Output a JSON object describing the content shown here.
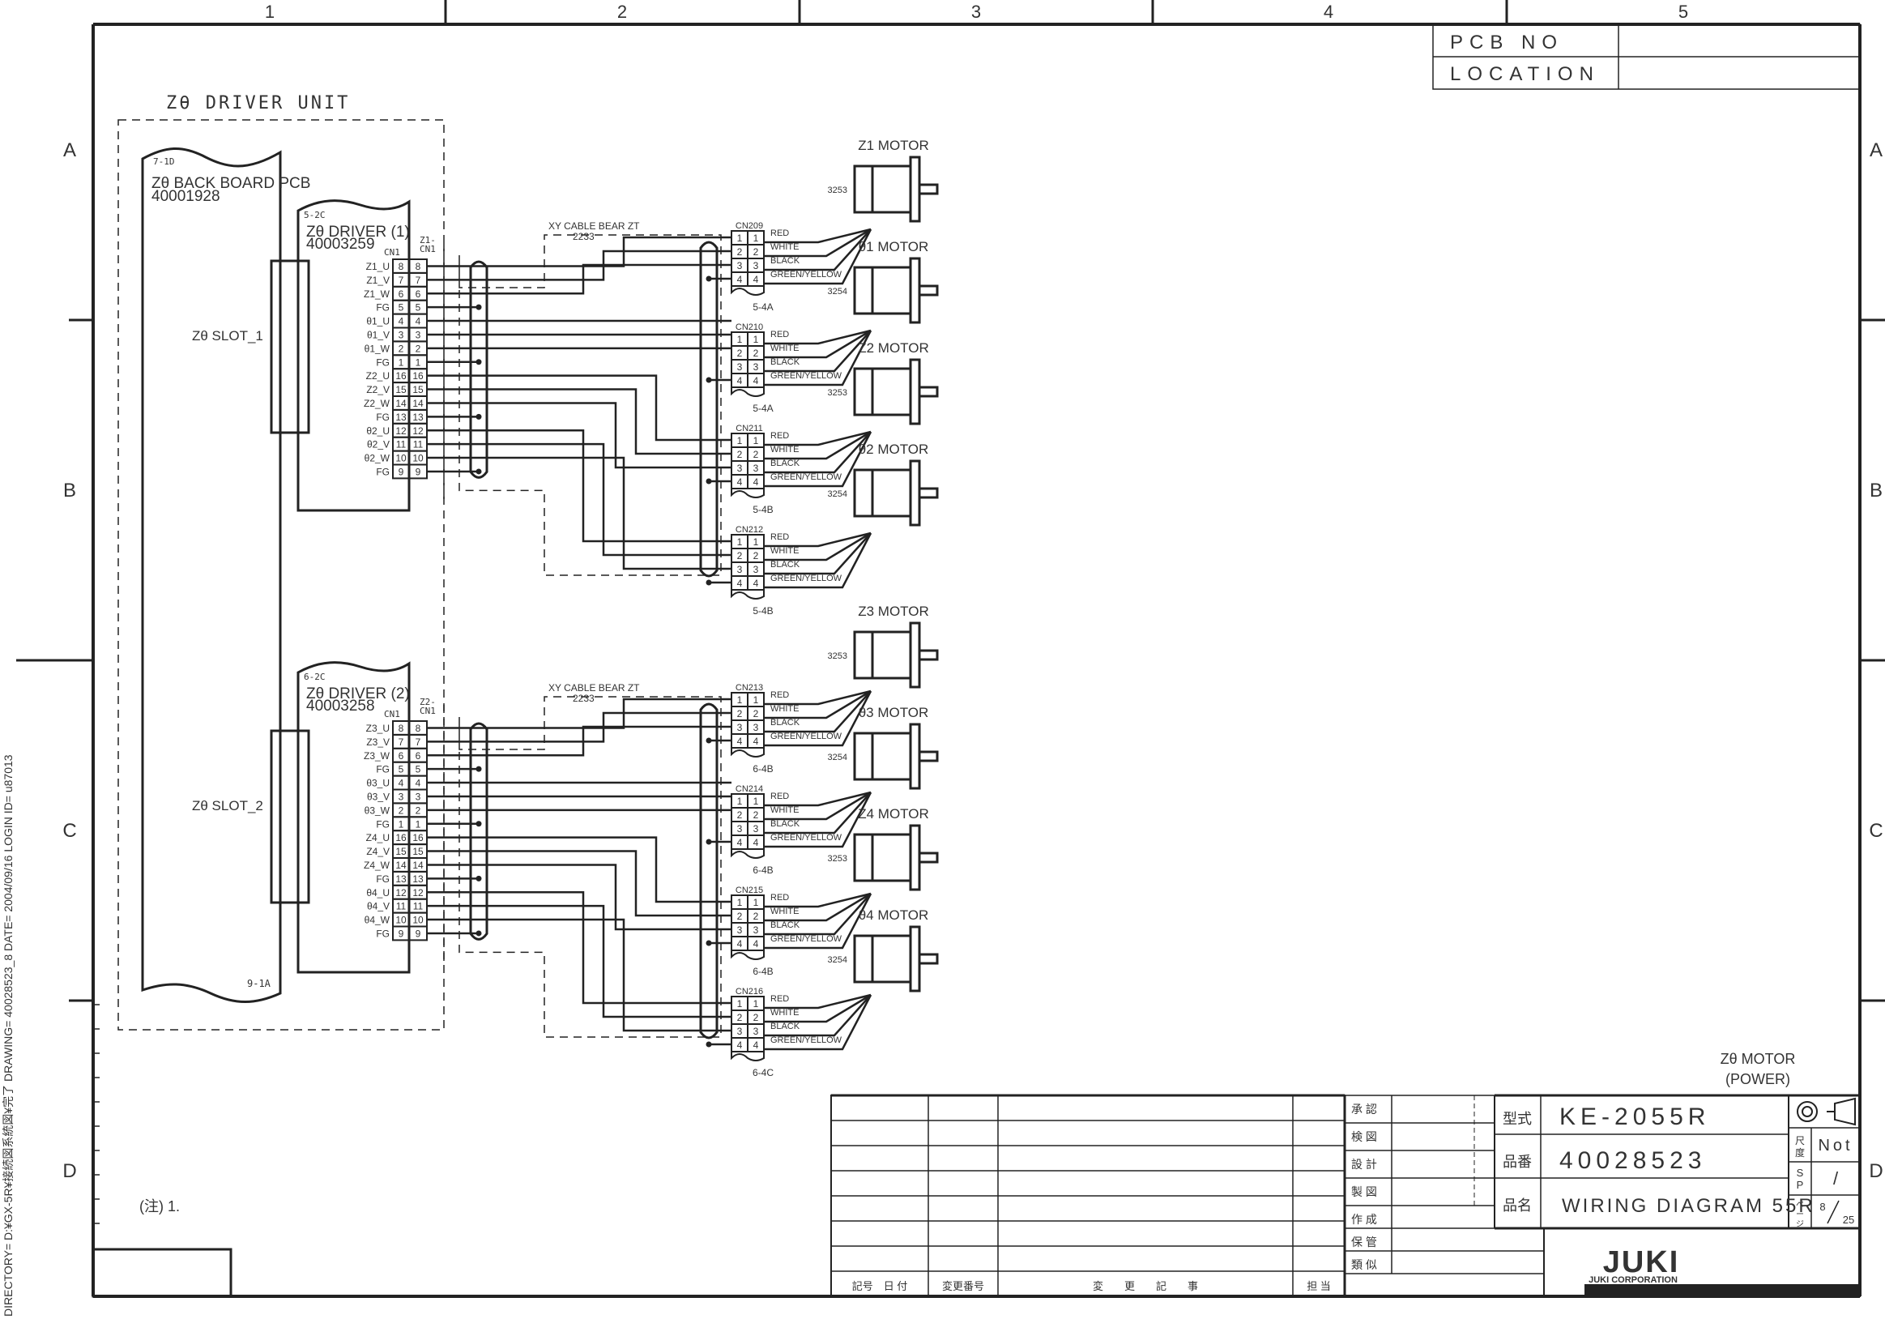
{
  "border": {
    "columns": [
      "1",
      "2",
      "3",
      "4",
      "5"
    ],
    "rows": [
      "A",
      "B",
      "C",
      "D"
    ]
  },
  "pcb_block": {
    "pcb_no_label": "PCB NO",
    "pcb_no_value": "",
    "location_label": "LOCATION",
    "location_value": ""
  },
  "side_text": "DIRECTORY= D:¥GX-5R¥接続図系統図¥完了 DRAWING= 40028523_8 DATE= 2004/09/16 LOGIN ID= u87013",
  "driver_unit": {
    "title": "Zθ DRIVER UNIT",
    "back_board": {
      "ref": "7-1D",
      "name": "Zθ BACK BOARD PCB",
      "part_no": "40001928",
      "bottom_ref": "9-1A"
    },
    "slots": [
      "Zθ SLOT_1",
      "Zθ SLOT_2"
    ]
  },
  "drivers": [
    {
      "ref": "5-2C",
      "name": "Zθ DRIVER (1)",
      "part_no": "40003259",
      "cn_label": "CN1",
      "mate_label": "Z1-\nCN1",
      "pins": [
        {
          "signal": "Z1_U",
          "pin": "8"
        },
        {
          "signal": "Z1_V",
          "pin": "7"
        },
        {
          "signal": "Z1_W",
          "pin": "6"
        },
        {
          "signal": "FG",
          "pin": "5"
        },
        {
          "signal": "θ1_U",
          "pin": "4"
        },
        {
          "signal": "θ1_V",
          "pin": "3"
        },
        {
          "signal": "θ1_W",
          "pin": "2"
        },
        {
          "signal": "FG",
          "pin": "1"
        },
        {
          "signal": "Z2_U",
          "pin": "16"
        },
        {
          "signal": "Z2_V",
          "pin": "15"
        },
        {
          "signal": "Z2_W",
          "pin": "14"
        },
        {
          "signal": "FG",
          "pin": "13"
        },
        {
          "signal": "θ2_U",
          "pin": "12"
        },
        {
          "signal": "θ2_V",
          "pin": "11"
        },
        {
          "signal": "θ2_W",
          "pin": "10"
        },
        {
          "signal": "FG",
          "pin": "9"
        }
      ],
      "cable": {
        "name": "XY CABLE BEAR ZT",
        "part_no": "2233"
      }
    },
    {
      "ref": "6-2C",
      "name": "Zθ DRIVER (2)",
      "part_no": "40003258",
      "cn_label": "CN1",
      "mate_label": "Z2-\nCN1",
      "pins": [
        {
          "signal": "Z3_U",
          "pin": "8"
        },
        {
          "signal": "Z3_V",
          "pin": "7"
        },
        {
          "signal": "Z3_W",
          "pin": "6"
        },
        {
          "signal": "FG",
          "pin": "5"
        },
        {
          "signal": "θ3_U",
          "pin": "4"
        },
        {
          "signal": "θ3_V",
          "pin": "3"
        },
        {
          "signal": "θ3_W",
          "pin": "2"
        },
        {
          "signal": "FG",
          "pin": "1"
        },
        {
          "signal": "Z4_U",
          "pin": "16"
        },
        {
          "signal": "Z4_V",
          "pin": "15"
        },
        {
          "signal": "Z4_W",
          "pin": "14"
        },
        {
          "signal": "FG",
          "pin": "13"
        },
        {
          "signal": "θ4_U",
          "pin": "12"
        },
        {
          "signal": "θ4_V",
          "pin": "11"
        },
        {
          "signal": "θ4_W",
          "pin": "10"
        },
        {
          "signal": "FG",
          "pin": "9"
        }
      ],
      "cable": {
        "name": "XY CABLE BEAR ZT",
        "part_no": "2233"
      }
    }
  ],
  "motor_connectors": [
    {
      "name": "CN209",
      "ref": "5-4A",
      "motor": "Z1 MOTOR",
      "motor_part": "3253"
    },
    {
      "name": "CN210",
      "ref": "5-4A",
      "motor": "θ1 MOTOR",
      "motor_part": "3254"
    },
    {
      "name": "CN211",
      "ref": "5-4B",
      "motor": "Z2 MOTOR",
      "motor_part": "3253"
    },
    {
      "name": "CN212",
      "ref": "5-4B",
      "motor": "θ2 MOTOR",
      "motor_part": "3254"
    },
    {
      "name": "CN213",
      "ref": "6-4B",
      "motor": "Z3 MOTOR",
      "motor_part": "3253"
    },
    {
      "name": "CN214",
      "ref": "6-4B",
      "motor": "θ3 MOTOR",
      "motor_part": "3254"
    },
    {
      "name": "CN215",
      "ref": "6-4B",
      "motor": "Z4 MOTOR",
      "motor_part": "3253"
    },
    {
      "name": "CN216",
      "ref": "6-4C",
      "motor": "θ4 MOTOR",
      "motor_part": "3254"
    }
  ],
  "wire_colors": [
    "RED",
    "WHITE",
    "BLACK",
    "GREEN/YELLOW"
  ],
  "connector_pins": [
    "1",
    "2",
    "3",
    "4"
  ],
  "sheet_caption": {
    "line1": "Zθ MOTOR",
    "line2": "(POWER)"
  },
  "note": {
    "label": "(注)",
    "text": "1."
  },
  "revision_table": {
    "headers": [
      "記号　日 付",
      "変更番号",
      "変　　更　　記　　事",
      "担 当"
    ],
    "rows": 7
  },
  "approval": {
    "labels": [
      "承 認",
      "検 図",
      "設 計",
      "製 図",
      "作 成",
      "保 管",
      "類 似"
    ]
  },
  "title_block": {
    "model_label": "型式",
    "model": "KE-2055R",
    "part_label": "品番",
    "part_no": "40028523",
    "name_label": "品名",
    "name": "WIRING DIAGRAM 55R",
    "scale_label": "尺度",
    "scale": "Not",
    "sp_label": "SP",
    "sp": "/",
    "page_label": "ページ",
    "page_num": "8",
    "page_total": "25",
    "company_logo": "JUKI",
    "company": "JUKI CORPORATION"
  }
}
